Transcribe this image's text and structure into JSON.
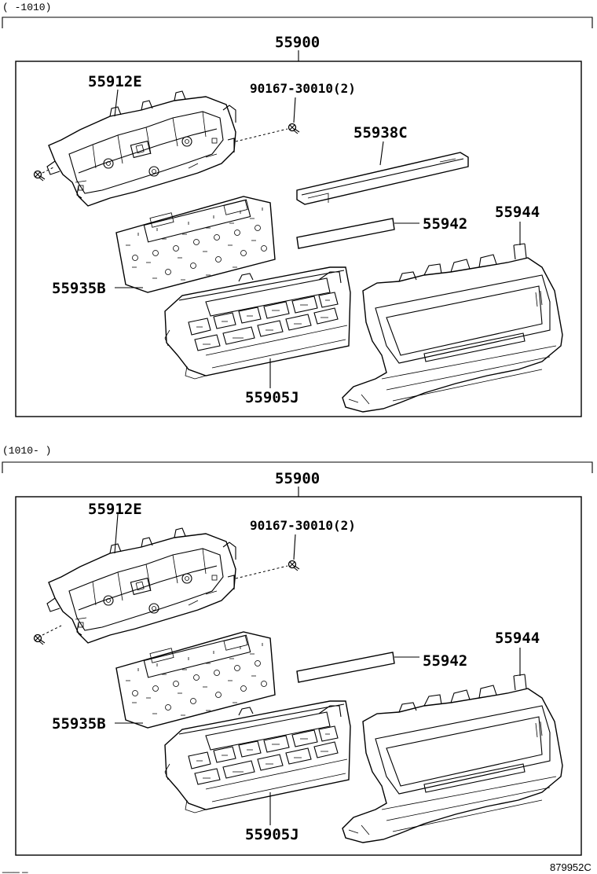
{
  "figure_number": "879952C",
  "footer_marks": "___ _",
  "panels": [
    {
      "range_label": "(     -1010)",
      "assembly": "55900",
      "parts": {
        "frame": "55912E",
        "screw": "90167-30010(2)",
        "cover_strip": "55938C",
        "film": "55942",
        "housing": "55944",
        "circuit_board": "55935B",
        "control_panel": "55905J"
      }
    },
    {
      "range_label": "(1010-     )",
      "assembly": "55900",
      "parts": {
        "frame": "55912E",
        "screw": "90167-30010(2)",
        "film": "55942",
        "housing": "55944",
        "circuit_board": "55935B",
        "control_panel": "55905J"
      }
    }
  ]
}
